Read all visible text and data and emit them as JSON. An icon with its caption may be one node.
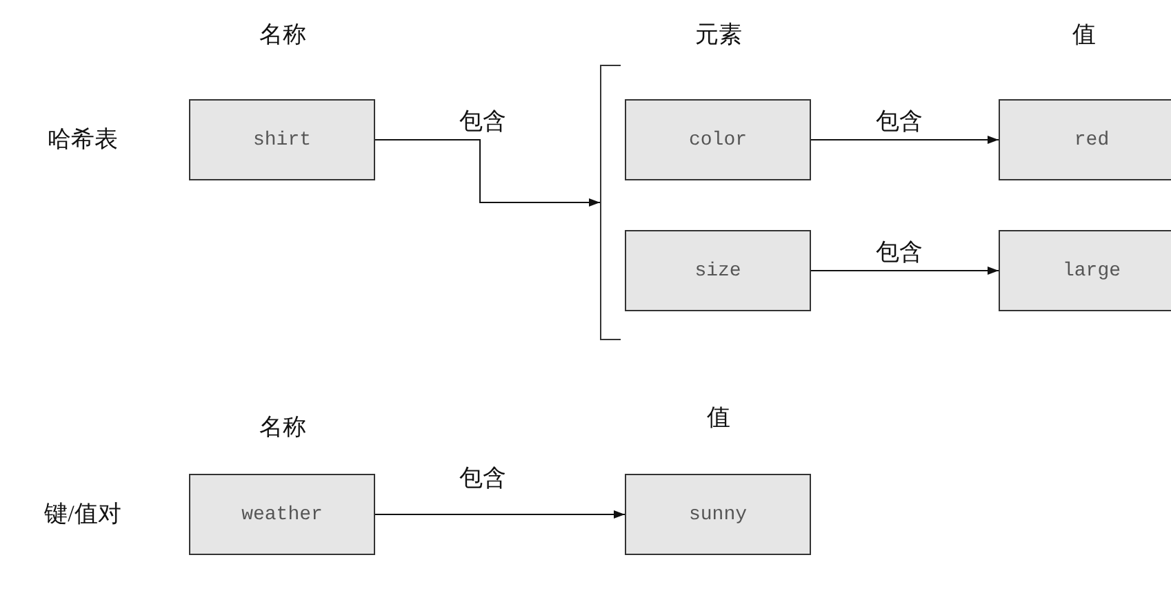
{
  "diagram": {
    "nodes": [
      {
        "text": [
          "shirt"
        ]
      },
      {
        "text": [],
        "shape": "bracket"
      },
      {
        "text": [
          "color"
        ]
      },
      {
        "text": [
          "size"
        ]
      },
      {
        "text": [
          "red"
        ]
      },
      {
        "text": [
          "large"
        ]
      },
      {
        "text": [
          "weather"
        ]
      },
      {
        "text": [
          "sunny"
        ]
      }
    ],
    "edges": [
      {
        "from": 0,
        "to": 1,
        "arrow": "to",
        "label": "包含"
      },
      {
        "from": 2,
        "to": 4,
        "arrow": "to",
        "label": "包含"
      },
      {
        "from": 3,
        "to": 5,
        "arrow": "to",
        "label": "包含"
      },
      {
        "from": 6,
        "to": 7,
        "arrow": "to",
        "label": "包含"
      }
    ],
    "labels": [
      "名称",
      "元素",
      "值",
      "哈希表",
      "名称",
      "值",
      "键/值对"
    ]
  }
}
